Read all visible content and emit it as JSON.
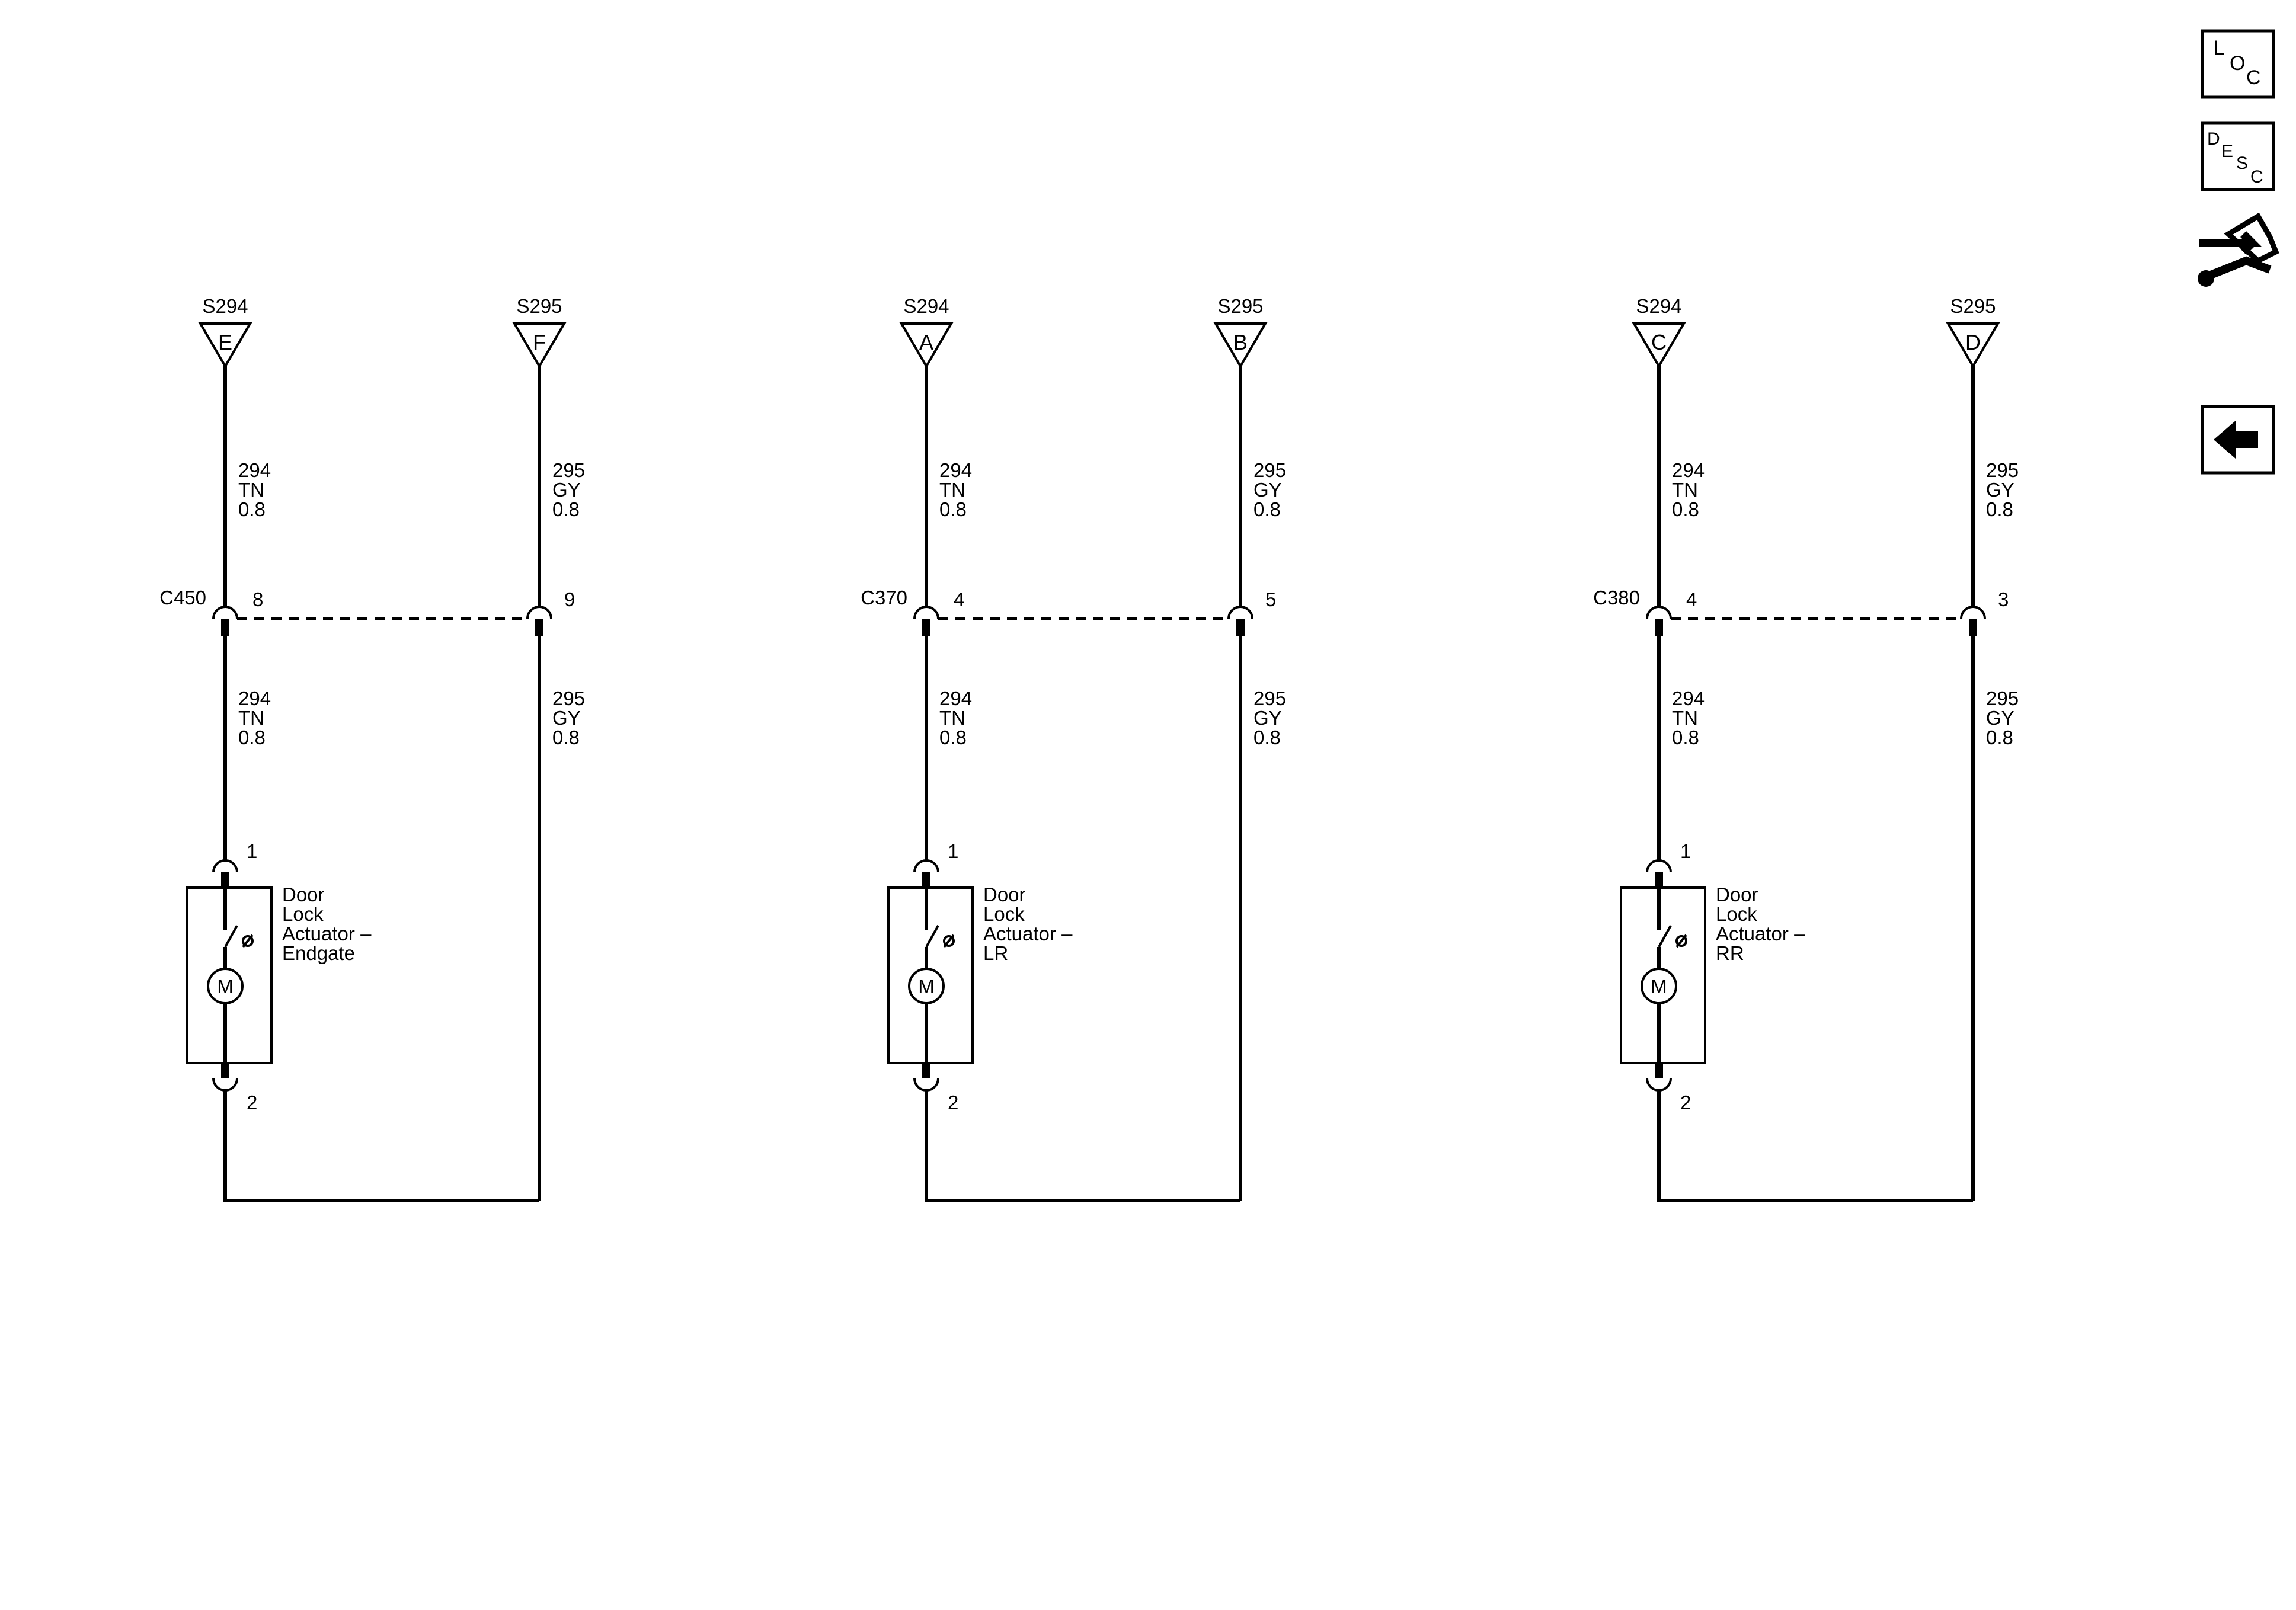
{
  "circuits": [
    {
      "splice_left": "S294",
      "splice_right": "S295",
      "pin_left_top": "E",
      "pin_right_top": "F",
      "wire_left": {
        "circuit": "294",
        "color": "TN",
        "gauge": "0.8"
      },
      "wire_right": {
        "circuit": "295",
        "color": "GY",
        "gauge": "0.8"
      },
      "connector": "C450",
      "conn_pin_left": "8",
      "conn_pin_right": "9",
      "device_pin_top": "1",
      "device_pin_bottom": "2",
      "motor_label": "M",
      "device_name": [
        "Door",
        "Lock",
        "Actuator –",
        "Endgate"
      ]
    },
    {
      "splice_left": "S294",
      "splice_right": "S295",
      "pin_left_top": "A",
      "pin_right_top": "B",
      "wire_left": {
        "circuit": "294",
        "color": "TN",
        "gauge": "0.8"
      },
      "wire_right": {
        "circuit": "295",
        "color": "GY",
        "gauge": "0.8"
      },
      "connector": "C370",
      "conn_pin_left": "4",
      "conn_pin_right": "5",
      "device_pin_top": "1",
      "device_pin_bottom": "2",
      "motor_label": "M",
      "device_name": [
        "Door",
        "Lock",
        "Actuator –",
        "LR"
      ]
    },
    {
      "splice_left": "S294",
      "splice_right": "S295",
      "pin_left_top": "C",
      "pin_right_top": "D",
      "wire_left": {
        "circuit": "294",
        "color": "TN",
        "gauge": "0.8"
      },
      "wire_right": {
        "circuit": "295",
        "color": "GY",
        "gauge": "0.8"
      },
      "connector": "C380",
      "conn_pin_left": "4",
      "conn_pin_right": "3",
      "device_pin_top": "1",
      "device_pin_bottom": "2",
      "motor_label": "M",
      "device_name": [
        "Door",
        "Lock",
        "Actuator –",
        "RR"
      ]
    }
  ],
  "nav": {
    "loc": [
      "L",
      "O",
      "C"
    ],
    "desc": [
      "D",
      "E",
      "S",
      "C"
    ],
    "connector_icon": "connector-end-view-icon",
    "back_icon": "back-arrow-icon"
  }
}
